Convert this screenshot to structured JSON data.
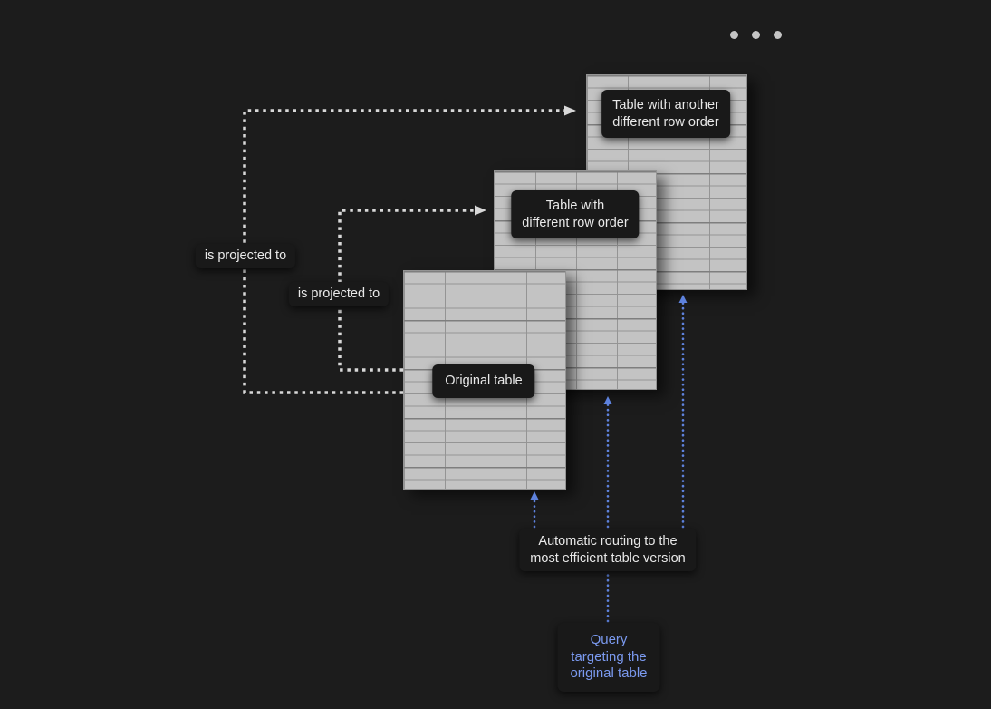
{
  "labels": {
    "projection2": "Table with another\ndifferent row order",
    "projection1": "Table with\ndifferent row order",
    "original": "Original table",
    "is_projected_to_1": "is projected to",
    "is_projected_to_2": "is projected to",
    "routing": "Automatic routing to the\nmost efficient table version",
    "query": "Query\ntargeting the\noriginal table"
  },
  "slide_indicator": {
    "dot_count": 3
  },
  "colors": {
    "bg": "#1c1c1c",
    "table-fill": "#c3c3c3",
    "table-grid": "#949494",
    "badge-bg": "#191919",
    "badge-text": "#e9e9e9",
    "arrow-gray": "#d8d8d8",
    "arrow-blue": "#5e82dd",
    "query-text": "#7b9af0",
    "dot-color": "#c4c4c4"
  }
}
